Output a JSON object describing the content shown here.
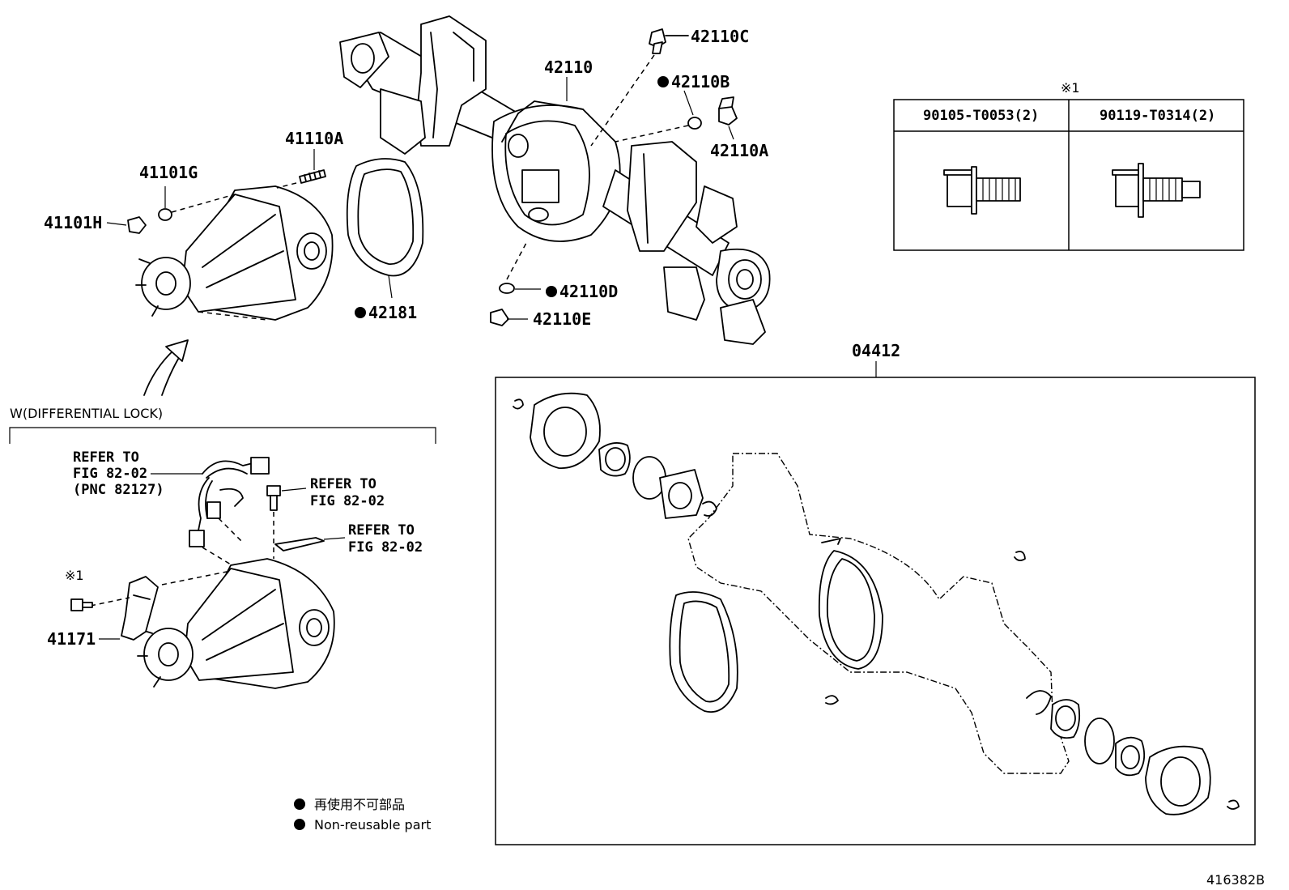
{
  "labels": {
    "p42110C": "42110C",
    "p42110": "42110",
    "p42110B": "42110B",
    "p42110A": "42110A",
    "p41110A": "41110A",
    "p41101G": "41101G",
    "p41101H": "41101H",
    "p42181": "42181",
    "p42110D": "42110D",
    "p42110E": "42110E",
    "p04412": "04412",
    "p41171": "41171",
    "diff_lock_header": "W(DIFFERENTIAL LOCK)",
    "refer1_line1": "REFER TO",
    "refer1_line2": "FIG 82-02",
    "refer1_line3": "(PNC 82127)",
    "refer2_line1": "REFER TO",
    "refer2_line2": "FIG 82-02",
    "refer3_line1": "REFER TO",
    "refer3_line2": "FIG 82-02",
    "note_mark_left": "※1",
    "note_mark_table": "※1",
    "figure_id": "416382B"
  },
  "bolt_table": {
    "col1": "90105-T0053(2)",
    "col2": "90119-T0314(2)"
  },
  "legend": {
    "jp": "再使用不可部品",
    "en": "Non-reusable part"
  },
  "icons": [
    "filled-circle-icon",
    "bolt-icon",
    "nut-icon",
    "gasket-icon",
    "axle-housing-icon",
    "differential-carrier-icon"
  ]
}
